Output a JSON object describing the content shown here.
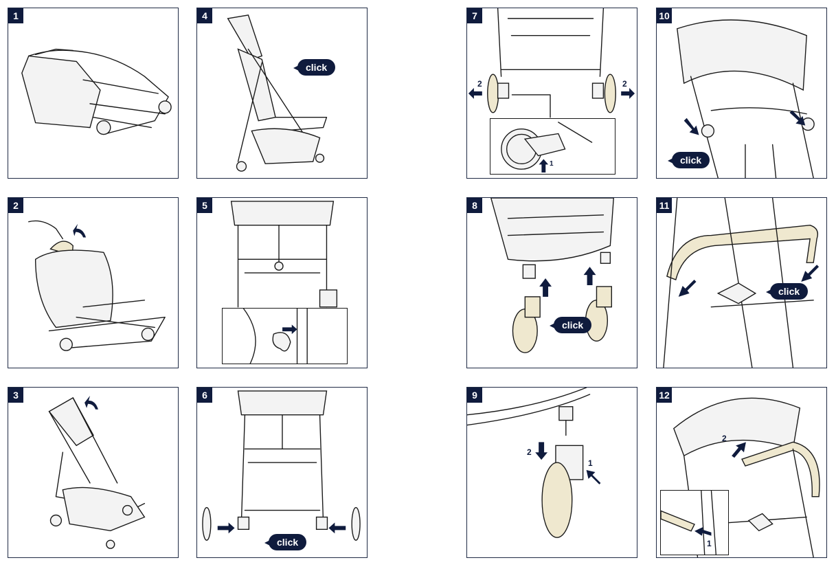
{
  "panels": [
    {
      "number": "1"
    },
    {
      "number": "2"
    },
    {
      "number": "3"
    },
    {
      "number": "4",
      "callout": "click"
    },
    {
      "number": "5"
    },
    {
      "number": "6",
      "callout": "click"
    },
    {
      "number": "7",
      "step_left": "2",
      "step_right": "2",
      "step_inset": "1"
    },
    {
      "number": "8",
      "callout": "click"
    },
    {
      "number": "9",
      "step_a": "2",
      "step_b": "1"
    },
    {
      "number": "10",
      "callout": "click"
    },
    {
      "number": "11",
      "callout": "click"
    },
    {
      "number": "12",
      "step_a": "2",
      "step_b": "1"
    }
  ],
  "colors": {
    "accent": "#0f1b3d",
    "highlight": "#efe8cf"
  }
}
